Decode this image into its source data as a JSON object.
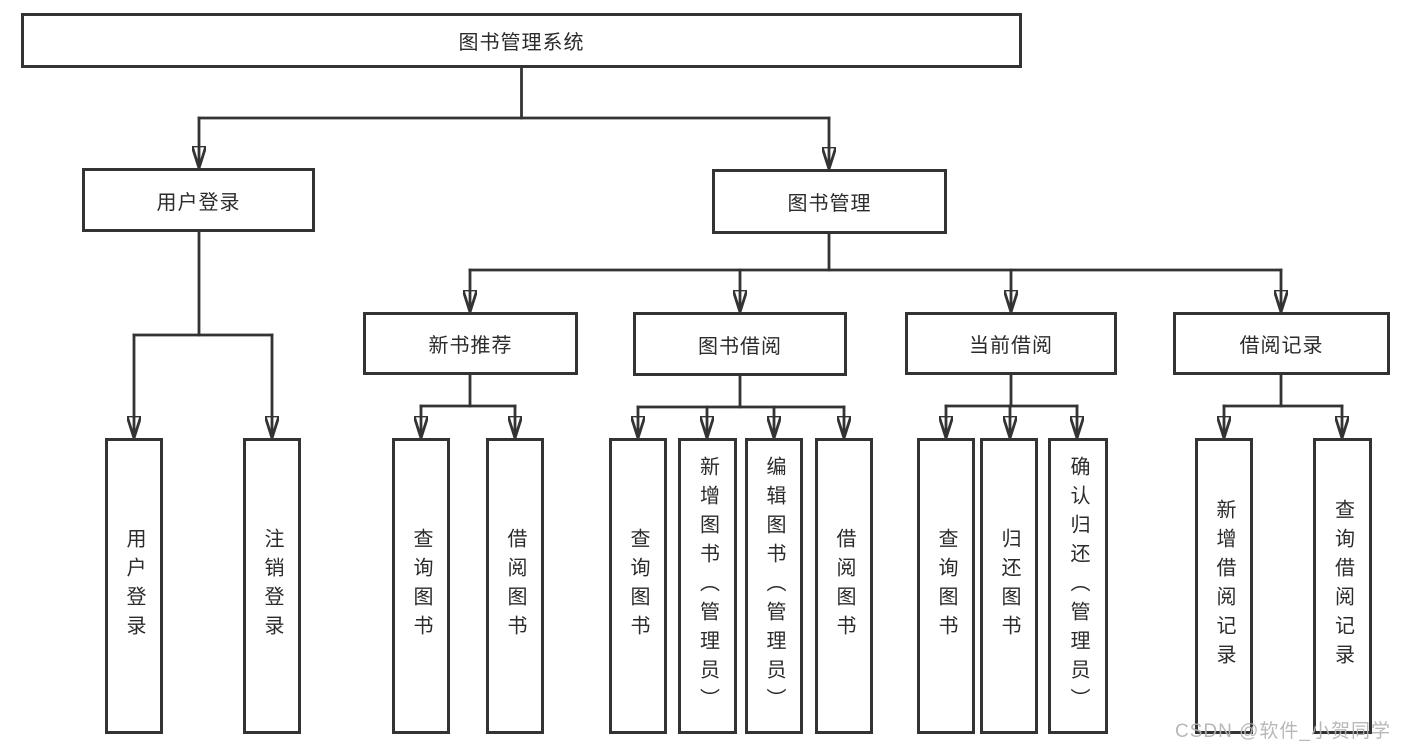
{
  "colors": {
    "line": "#333333",
    "text": "#2b2b2b",
    "watermark": "#b3b3b3",
    "background": "#ffffff"
  },
  "watermark": "CSDN @软件_小贺同学",
  "nodes": {
    "root": "图书管理系统",
    "user_login": "用户登录",
    "book_management": "图书管理",
    "new_book_recommend": "新书推荐",
    "book_borrow": "图书借阅",
    "current_borrow": "当前借阅",
    "borrow_records": "借阅记录",
    "leaf_user_login": "用户登录",
    "leaf_logout": "注销登录",
    "leaf_nbr_query_books": "查询图书",
    "leaf_nbr_borrow_books": "借阅图书",
    "leaf_bb_query_books": "查询图书",
    "leaf_bb_add_books": "新增图书（管理员）",
    "leaf_bb_edit_books": "编辑图书（管理员）",
    "leaf_bb_borrow_books": "借阅图书",
    "leaf_cb_query_books": "查询图书",
    "leaf_cb_return_books": "归还图书",
    "leaf_cb_confirm_return": "确认归还（管理员）",
    "leaf_br_add_record": "新增借阅记录",
    "leaf_br_query_record": "查询借阅记录"
  }
}
